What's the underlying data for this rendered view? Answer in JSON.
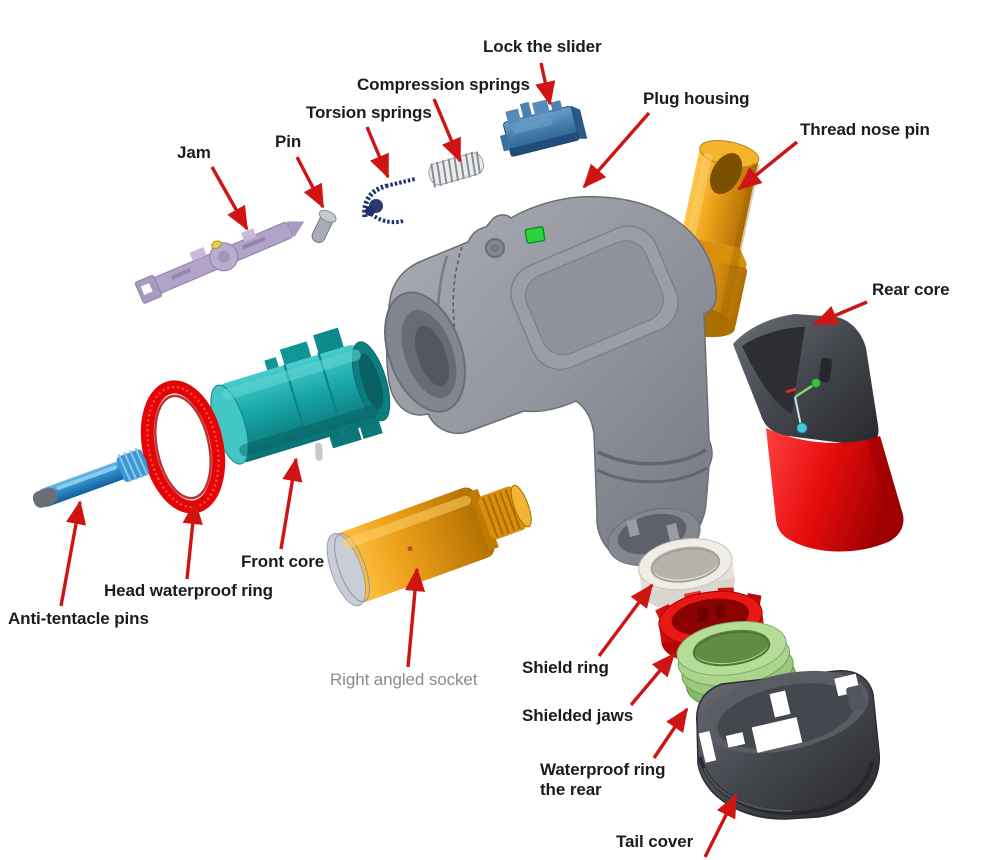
{
  "figure": {
    "background": "#ffffff",
    "arrow_color": "#cf1414",
    "label_color": "#1c1c1c",
    "muted_label_color": "#8c8c8c"
  },
  "labels": {
    "lock_slider": {
      "text": "Lock the slider"
    },
    "compression_springs": {
      "text": "Compression springs"
    },
    "torsion_springs": {
      "text": "Torsion springs"
    },
    "pin": {
      "text": "Pin"
    },
    "jam": {
      "text": "Jam"
    },
    "plug_housing": {
      "text": "Plug housing"
    },
    "thread_nose_pin": {
      "text": "Thread nose pin"
    },
    "rear_core": {
      "text": "Rear core"
    },
    "front_core": {
      "text": "Front core"
    },
    "head_waterproof_ring": {
      "text": "Head waterproof ring"
    },
    "anti_tentacle_pins": {
      "text": "Anti-tentacle pins"
    },
    "right_angled_socket": {
      "text": "Right angled socket"
    },
    "shield_ring": {
      "text": "Shield ring"
    },
    "shielded_jaws": {
      "text": "Shielded jaws"
    },
    "waterproof_ring_rear": {
      "line1": "Waterproof ring",
      "line2": "the rear"
    },
    "tail_cover": {
      "text": "Tail cover"
    }
  },
  "parts": {
    "plug_housing": {
      "color": "#90939b"
    },
    "thread_nose_pin": {
      "color": "#e89b10"
    },
    "rear_core": {
      "body_color": "#46484f",
      "sleeve_color": "#e81010"
    },
    "front_core": {
      "color": "#17a5a7"
    },
    "head_waterproof_ring": {
      "color": "#e60505"
    },
    "anti_tentacle_pins": {
      "color": "#2f8cc8"
    },
    "right_angled_socket": {
      "color": "#e89b10"
    },
    "shield_ring": {
      "color": "#efede5"
    },
    "shielded_jaws": {
      "color": "#e01212"
    },
    "waterproof_ring_rear": {
      "color": "#9ac87c"
    },
    "tail_cover": {
      "color": "#46484f"
    },
    "jam": {
      "color": "#b2a3c9"
    },
    "pin": {
      "color": "#a8adb5"
    },
    "torsion_springs": {
      "color": "#223268"
    },
    "compression_springs": {
      "color": "#aeb2b8"
    },
    "lock_slider": {
      "color": "#417aa8"
    },
    "indicator": {
      "color": "#2ed23e"
    }
  }
}
